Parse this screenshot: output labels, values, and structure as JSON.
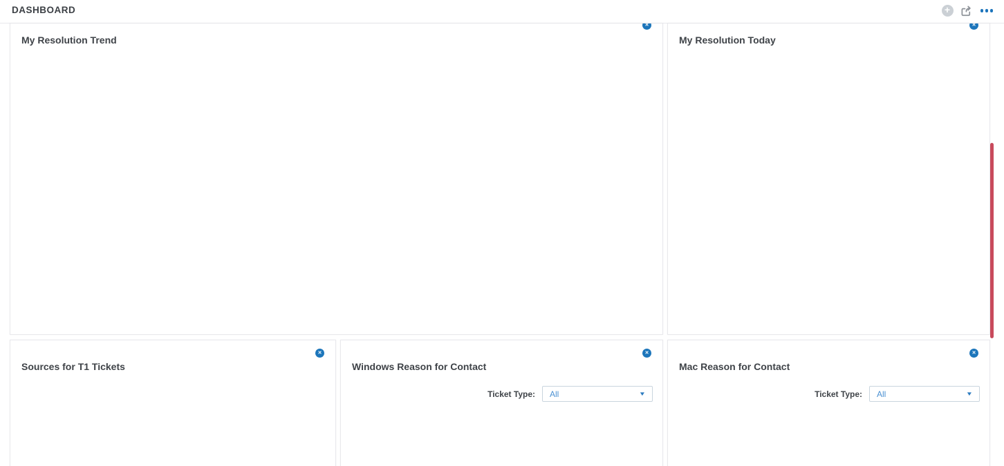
{
  "header": {
    "title": "DASHBOARD",
    "actions": {
      "add_icon": "plus-circle-icon",
      "share_icon": "share-icon",
      "menu_icon": "ellipsis-icon"
    }
  },
  "icons": {
    "close_glyph": "✕",
    "plus_glyph": "+",
    "caret_glyph": "▼"
  },
  "colors": {
    "close_icon_blue": "#1d76bb",
    "ellipsis_blue": "#1b74bc",
    "dropdown_text_blue": "#4a90d2",
    "scrollbar_red": "#c84a5c",
    "panel_border": "#e8e8ec",
    "title_text": "#3f4348"
  },
  "panels": [
    {
      "title": "My Resolution Trend"
    },
    {
      "title": "My Resolution Today"
    },
    {
      "title": "Sources for T1 Tickets"
    },
    {
      "title": "Windows Reason for Contact",
      "filter": {
        "label": "Ticket Type:",
        "value": "All"
      }
    },
    {
      "title": "Mac Reason for Contact",
      "filter": {
        "label": "Ticket Type:",
        "value": "All"
      }
    }
  ]
}
